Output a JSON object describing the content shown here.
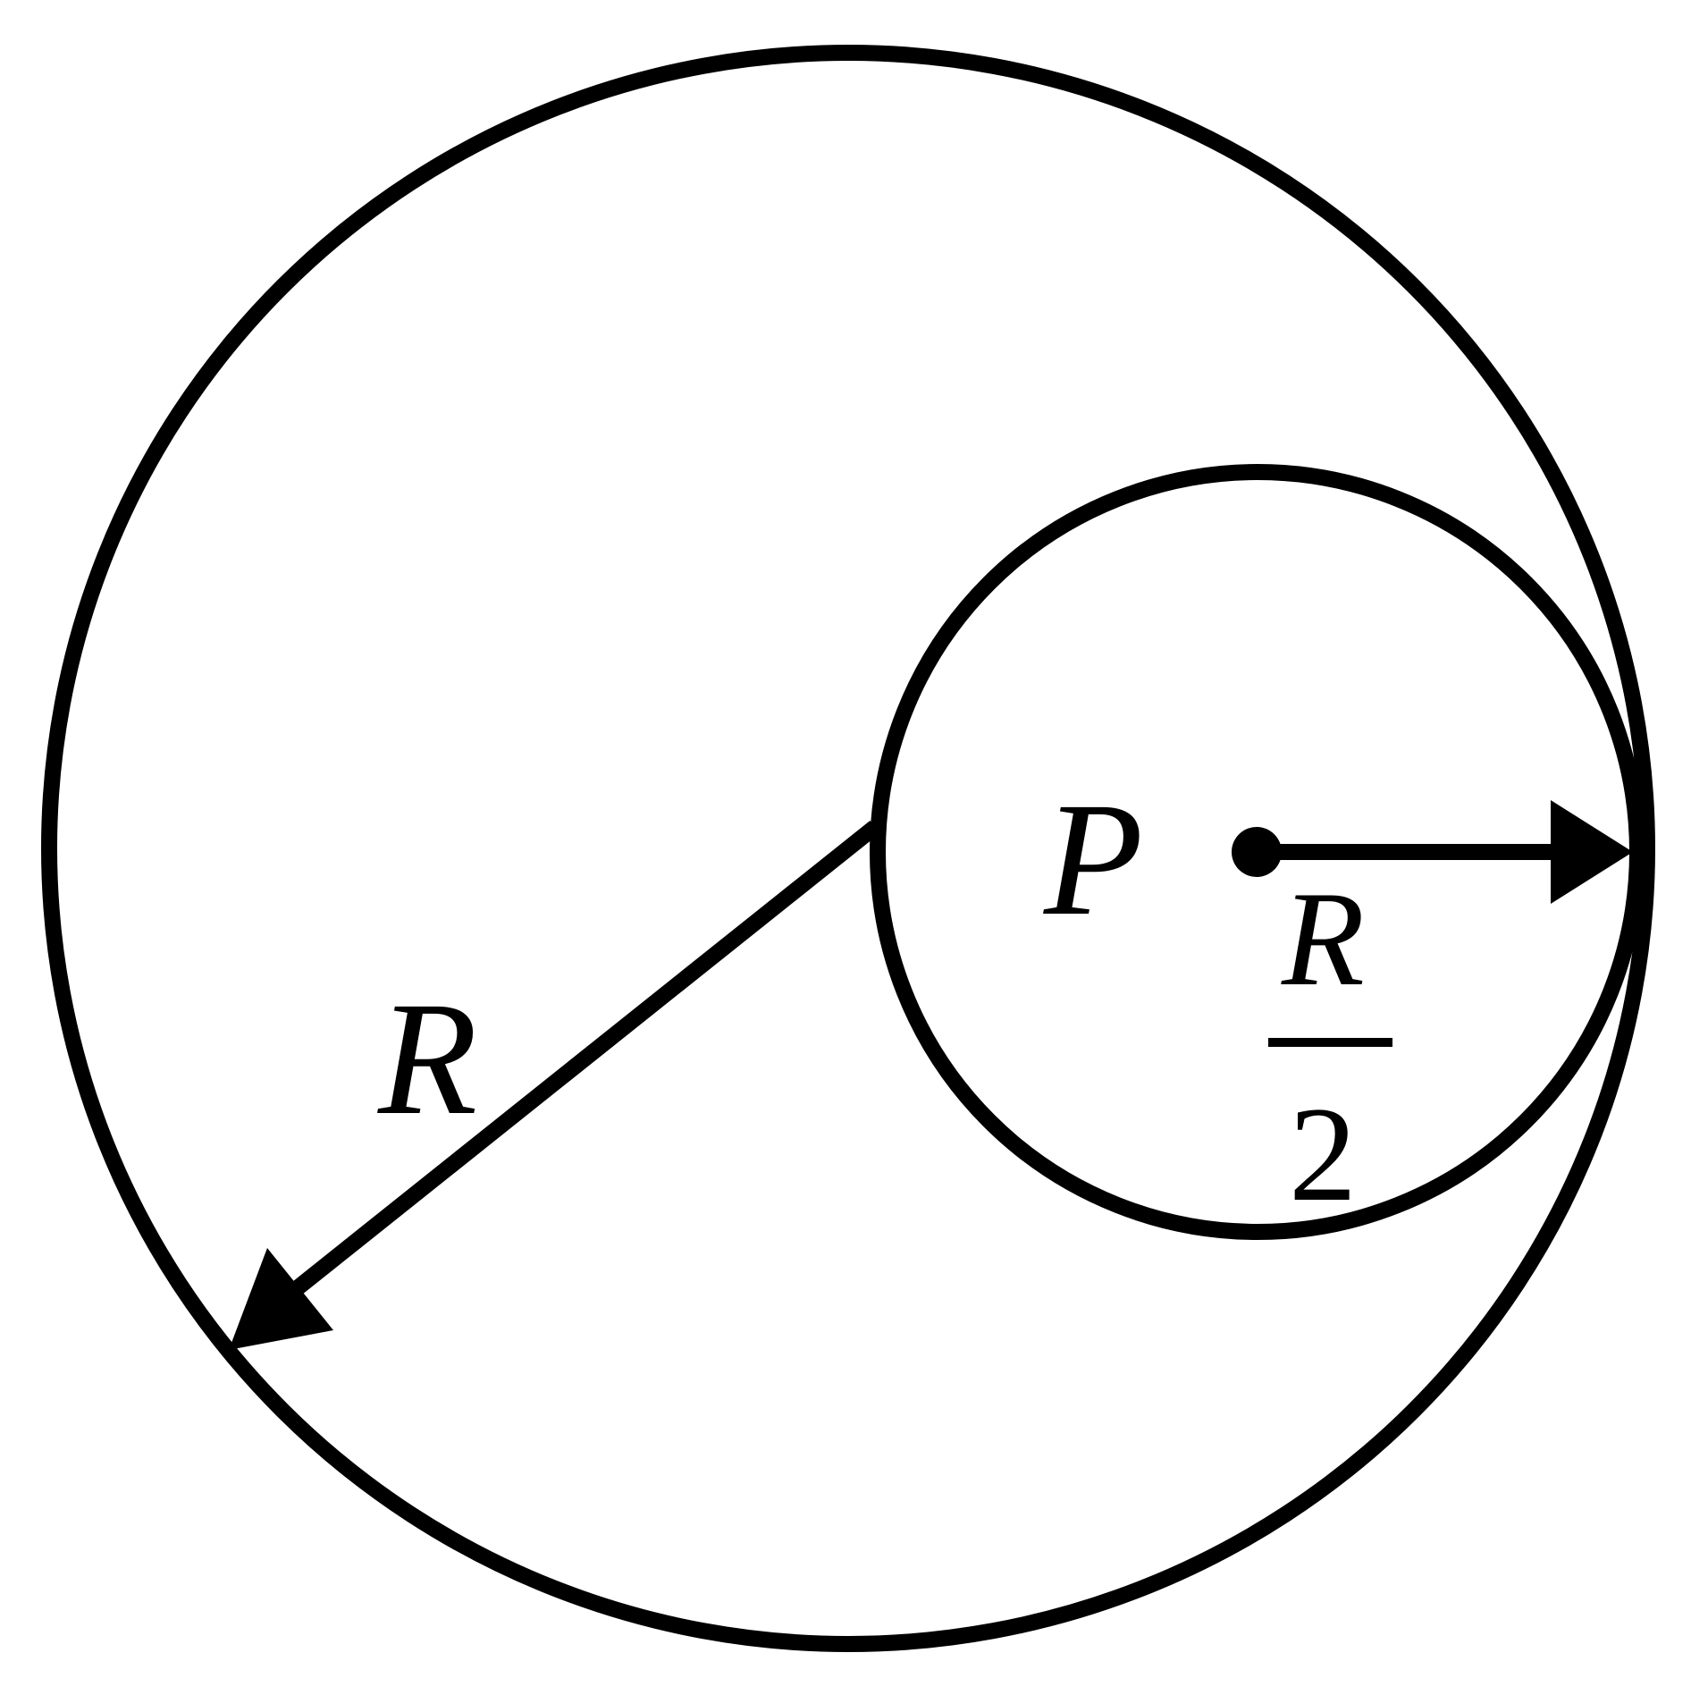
{
  "diagram": {
    "large_circle_radius_label": "R",
    "point_label": "P",
    "small_radius_numerator": "R",
    "small_radius_denominator": "2",
    "stroke_color": "#000000",
    "background_color": "#ffffff"
  }
}
